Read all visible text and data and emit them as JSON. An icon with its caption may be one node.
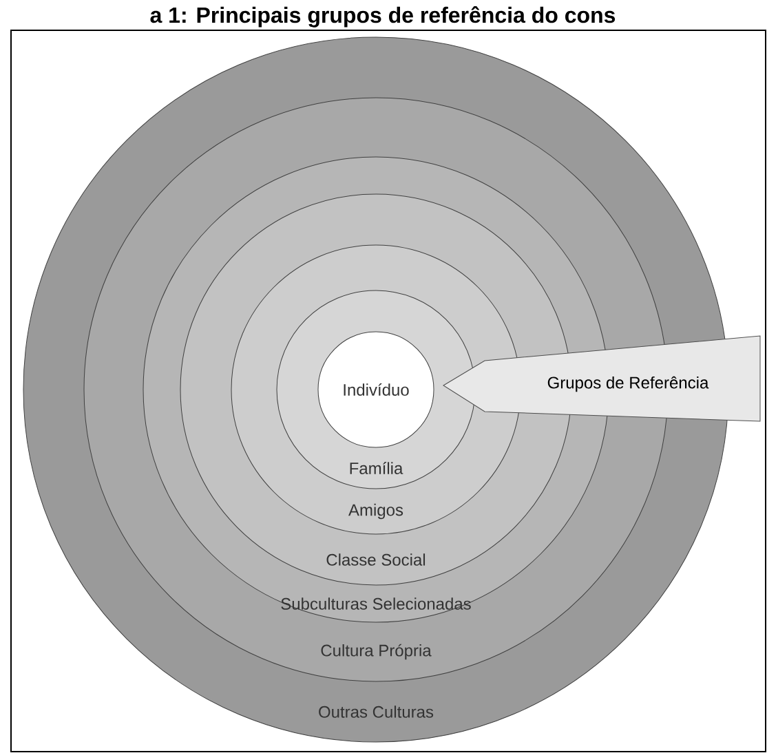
{
  "diagram": {
    "title": "a 1: Principais grupos de referência do cons",
    "nodes": [
      {
        "text": [
          "Outras Culturas"
        ]
      },
      {
        "text": [
          "Cultura Própria"
        ],
        "in": 0
      },
      {
        "text": [
          "Subculturas Selecionadas"
        ],
        "in": 1
      },
      {
        "text": [
          "Classe Social"
        ],
        "in": 2
      },
      {
        "text": [
          "Amigos"
        ],
        "in": 3
      },
      {
        "text": [
          "Família"
        ],
        "in": 4
      },
      {
        "text": [
          "Indivíduo"
        ],
        "in": 5
      },
      {
        "text": [
          "Grupos de Referência"
        ]
      }
    ]
  }
}
